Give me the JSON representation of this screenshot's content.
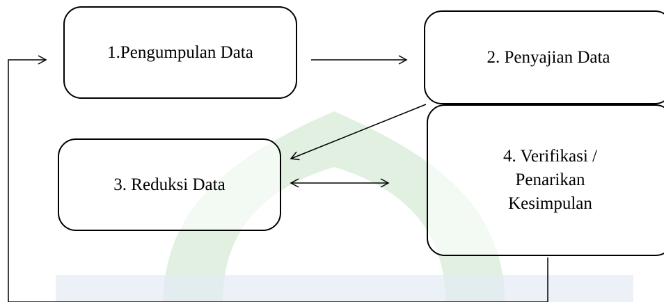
{
  "diagram": {
    "nodes": [
      {
        "id": "pengumpulan",
        "label": "1.Pengumpulan Data"
      },
      {
        "id": "penyajian",
        "label": "2. Penyajian Data"
      },
      {
        "id": "reduksi",
        "label": "3. Reduksi Data"
      },
      {
        "id": "verifikasi",
        "lines": [
          "4. Verifikasi /",
          "Penarikan",
          "Kesimpulan"
        ]
      }
    ],
    "edges": [
      {
        "from": "pengumpulan",
        "to": "penyajian",
        "style": "single-arrow"
      },
      {
        "from": "penyajian",
        "to": "reduksi",
        "style": "single-arrow"
      },
      {
        "from": "reduksi",
        "to": "verifikasi",
        "style": "double-arrow"
      },
      {
        "from": "verifikasi",
        "to": "pengumpulan",
        "style": "feedback-loop"
      }
    ],
    "watermark_colors": {
      "green": "#3f9a4c",
      "light_green": "#c9e4c9",
      "light_blue": "#e4eaf4"
    }
  }
}
